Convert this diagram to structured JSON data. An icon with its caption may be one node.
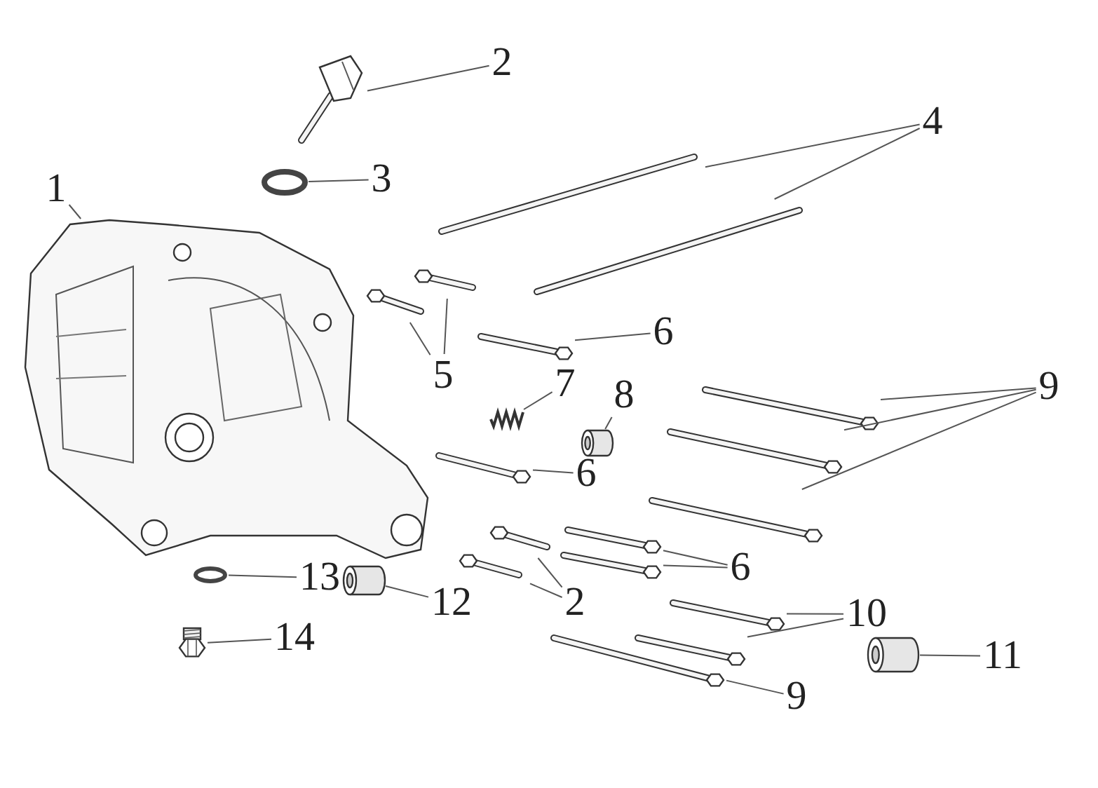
{
  "diagram": {
    "nodes": [
      {
        "text": [
          "1"
        ]
      },
      {
        "text": [
          "2"
        ]
      },
      {
        "text": [
          "3"
        ]
      },
      {
        "text": [
          "4"
        ]
      },
      {
        "text": [
          "5"
        ]
      },
      {
        "text": [
          "6"
        ]
      },
      {
        "text": [
          "7"
        ]
      },
      {
        "text": [
          "8"
        ]
      },
      {
        "text": [
          "6"
        ]
      },
      {
        "text": [
          "9"
        ]
      },
      {
        "text": [
          "6"
        ]
      },
      {
        "text": [
          "2"
        ]
      },
      {
        "text": [
          "10"
        ]
      },
      {
        "text": [
          "11"
        ]
      },
      {
        "text": [
          "9"
        ]
      },
      {
        "text": [
          "12"
        ]
      },
      {
        "text": [
          "13"
        ]
      },
      {
        "text": [
          "14"
        ]
      },
      {
        "text": [],
        "shape": "picture"
      },
      {
        "text": [],
        "shape": "picture"
      },
      {
        "text": [],
        "shape": "circle"
      },
      {
        "text": [],
        "shape": "picture"
      },
      {
        "text": [],
        "shape": "picture"
      },
      {
        "text": [],
        "shape": "picture"
      },
      {
        "text": [],
        "shape": "picture"
      },
      {
        "text": [],
        "shape": "picture"
      },
      {
        "text": [],
        "shape": "picture"
      },
      {
        "text": [],
        "shape": "cylinder"
      },
      {
        "text": [],
        "shape": "picture"
      },
      {
        "text": [],
        "shape": "picture"
      },
      {
        "text": [],
        "shape": "picture"
      },
      {
        "text": [],
        "shape": "picture"
      },
      {
        "text": [],
        "shape": "picture"
      },
      {
        "text": [],
        "shape": "picture"
      },
      {
        "text": [],
        "shape": "picture"
      },
      {
        "text": [],
        "shape": "picture"
      },
      {
        "text": [],
        "shape": "picture"
      },
      {
        "text": [],
        "shape": "picture"
      },
      {
        "text": [],
        "shape": "cylinder"
      },
      {
        "text": [],
        "shape": "picture"
      },
      {
        "text": [],
        "shape": "cylinder"
      },
      {
        "text": [],
        "shape": "circle"
      },
      {
        "text": [],
        "shape": "picture"
      }
    ],
    "edges": [
      {
        "from": 0,
        "to": 18,
        "arrow": "none"
      },
      {
        "from": 1,
        "to": 19,
        "arrow": "none"
      },
      {
        "from": 2,
        "to": 20,
        "arrow": "none"
      },
      {
        "from": 3,
        "to": 21,
        "arrow": "none"
      },
      {
        "from": 3,
        "to": 22,
        "arrow": "none"
      },
      {
        "from": 4,
        "to": 23,
        "arrow": "none"
      },
      {
        "from": 4,
        "to": 24,
        "arrow": "none"
      },
      {
        "from": 5,
        "to": 25,
        "arrow": "none"
      },
      {
        "from": 6,
        "to": 26,
        "arrow": "none"
      },
      {
        "from": 7,
        "to": 27,
        "arrow": "none"
      },
      {
        "from": 8,
        "to": 28,
        "arrow": "none"
      },
      {
        "from": 9,
        "to": 29,
        "arrow": "none"
      },
      {
        "from": 9,
        "to": 30,
        "arrow": "none"
      },
      {
        "from": 9,
        "to": 31,
        "arrow": "none"
      },
      {
        "from": 10,
        "to": 32,
        "arrow": "none"
      },
      {
        "from": 10,
        "to": 33,
        "arrow": "none"
      },
      {
        "from": 11,
        "to": 34,
        "arrow": "none"
      },
      {
        "from": 11,
        "to": 35,
        "arrow": "none"
      },
      {
        "from": 12,
        "to": 36,
        "arrow": "none"
      },
      {
        "from": 12,
        "to": 37,
        "arrow": "none"
      },
      {
        "from": 13,
        "to": 38,
        "arrow": "none"
      },
      {
        "from": 14,
        "to": 39,
        "arrow": "none"
      },
      {
        "from": 15,
        "to": 40,
        "arrow": "none"
      },
      {
        "from": 16,
        "to": 41,
        "arrow": "none"
      },
      {
        "from": 17,
        "to": 42,
        "arrow": "none"
      }
    ]
  }
}
